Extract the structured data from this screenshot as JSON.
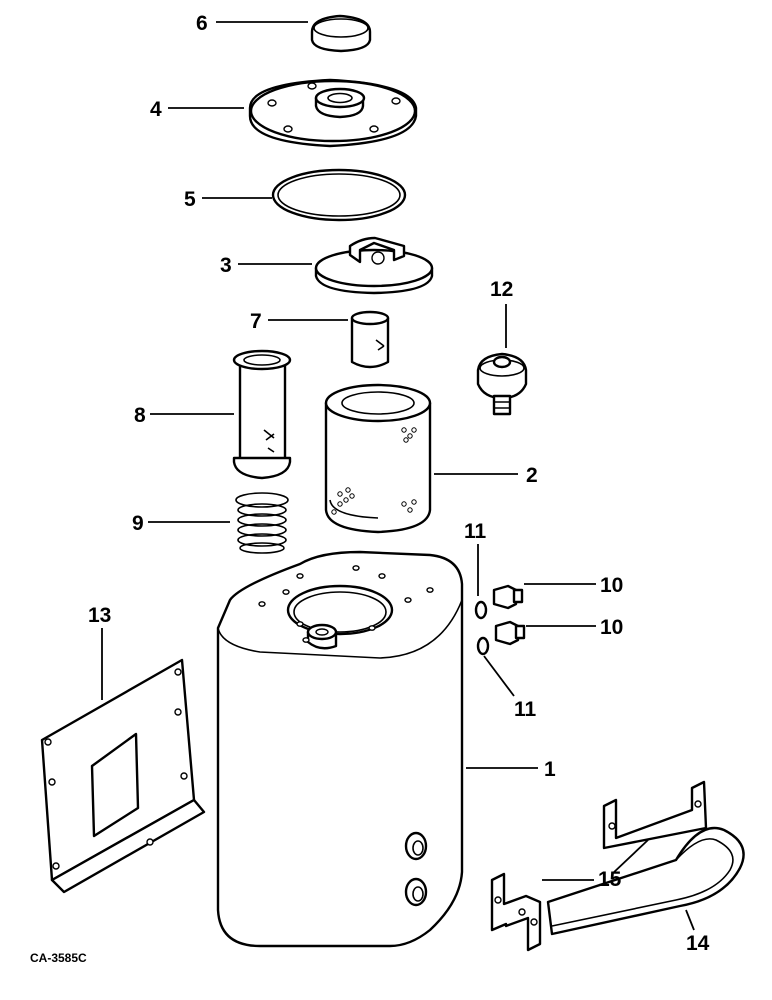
{
  "diagram": {
    "drawing_code": "CA-3585C",
    "callouts": [
      {
        "id": "c6",
        "text": "6"
      },
      {
        "id": "c4",
        "text": "4"
      },
      {
        "id": "c5",
        "text": "5"
      },
      {
        "id": "c3",
        "text": "3"
      },
      {
        "id": "c7",
        "text": "7"
      },
      {
        "id": "c12",
        "text": "12"
      },
      {
        "id": "c8",
        "text": "8"
      },
      {
        "id": "c2",
        "text": "2"
      },
      {
        "id": "c9",
        "text": "9"
      },
      {
        "id": "c11a",
        "text": "11"
      },
      {
        "id": "c10a",
        "text": "10"
      },
      {
        "id": "c10b",
        "text": "10"
      },
      {
        "id": "c11b",
        "text": "11"
      },
      {
        "id": "c13",
        "text": "13"
      },
      {
        "id": "c1",
        "text": "1"
      },
      {
        "id": "c15",
        "text": "15"
      },
      {
        "id": "c14",
        "text": "14"
      }
    ]
  }
}
